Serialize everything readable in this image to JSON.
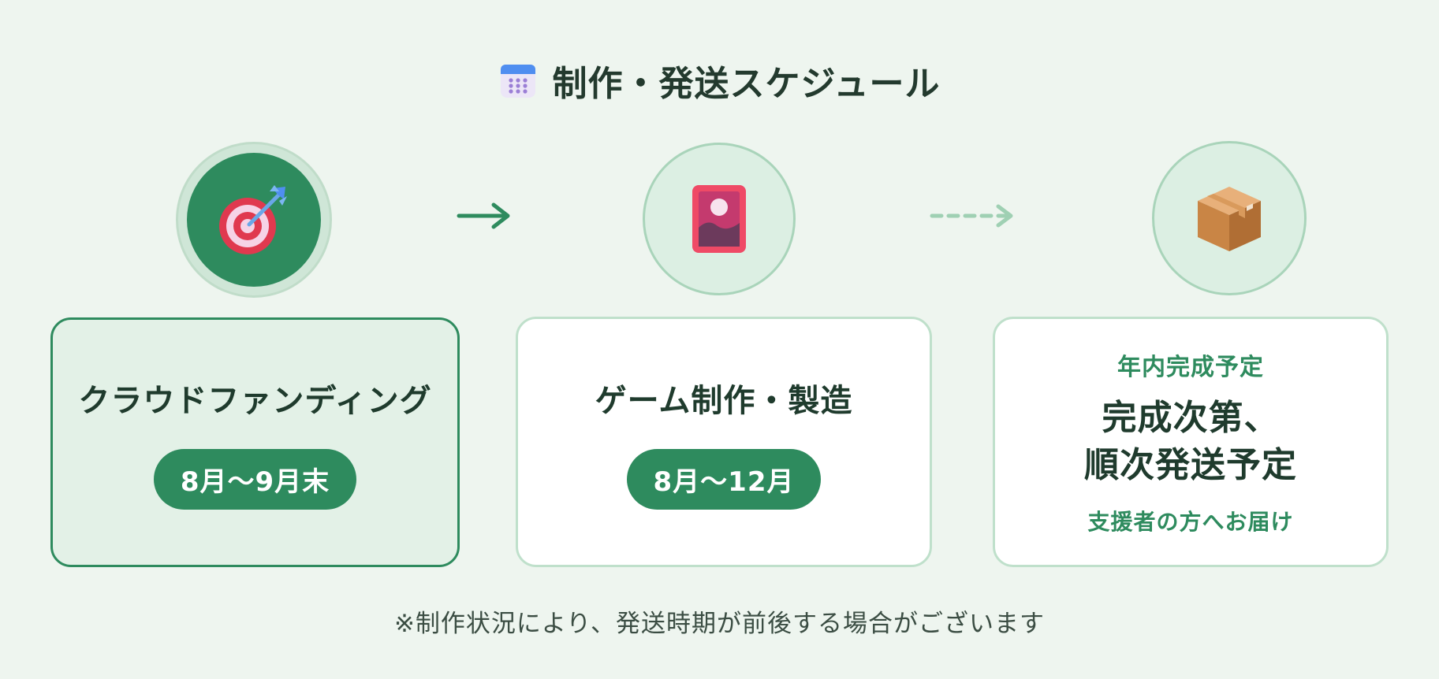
{
  "header": {
    "title": "制作・発送スケジュール",
    "icon": "calendar-icon"
  },
  "steps": [
    {
      "icon": "target-arrow-icon",
      "title": "クラウドファンディング",
      "period": "8月〜9月末"
    },
    {
      "icon": "picture-frame-icon",
      "title": "ゲーム制作・製造",
      "period": "8月〜12月"
    },
    {
      "icon": "cardboard-box-icon",
      "top_label": "年内完成予定",
      "main_line1": "完成次第、",
      "main_line2": "順次発送予定",
      "bottom_label": "支援者の方へお届け"
    }
  ],
  "connectors": [
    "solid-arrow-icon",
    "dashed-arrow-icon"
  ],
  "footnote": "※制作状況により、発送時期が前後する場合がございます",
  "colors": {
    "background": "#eef5ef",
    "accent": "#2e8b5e",
    "light_accent": "#a9d4ba",
    "text": "#1f3b2d"
  }
}
